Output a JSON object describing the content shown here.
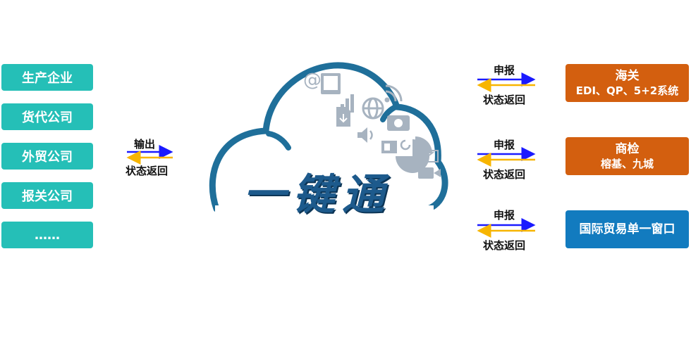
{
  "left_items": [
    "生产企业",
    "货代公司",
    "外贸公司",
    "报关公司",
    "……"
  ],
  "left_link": {
    "out_label": "输出",
    "return_label": "状态返回"
  },
  "center": {
    "title": "一键通"
  },
  "right_links": [
    {
      "out_label": "申报",
      "return_label": "状态返回"
    },
    {
      "out_label": "申报",
      "return_label": "状态返回"
    },
    {
      "out_label": "申报",
      "return_label": "状态返回"
    }
  ],
  "right_items": [
    {
      "title": "海关",
      "subtitle": "EDI、QP、5+2系统",
      "color": "#d35f0f"
    },
    {
      "title": "商检",
      "subtitle": "榕基、九城",
      "color": "#d35f0f"
    },
    {
      "title": "国际贸易单一窗口",
      "subtitle": "",
      "color": "#127bbf"
    }
  ],
  "icons": [
    "at-icon",
    "book-icon",
    "bar-chart-icon",
    "wifi-icon",
    "globe-icon",
    "download-doc-icon",
    "speaker-icon",
    "camera-icon",
    "news-icon",
    "refresh-icon",
    "pie-chart-icon",
    "share-icon",
    "video-icon"
  ],
  "colors": {
    "teal": "#25bfb7",
    "orange": "#d35f0f",
    "blue": "#127bbf",
    "cloud": "#1f6f9a",
    "arrow_out": "#1a1aff",
    "arrow_back": "#f7b500"
  }
}
